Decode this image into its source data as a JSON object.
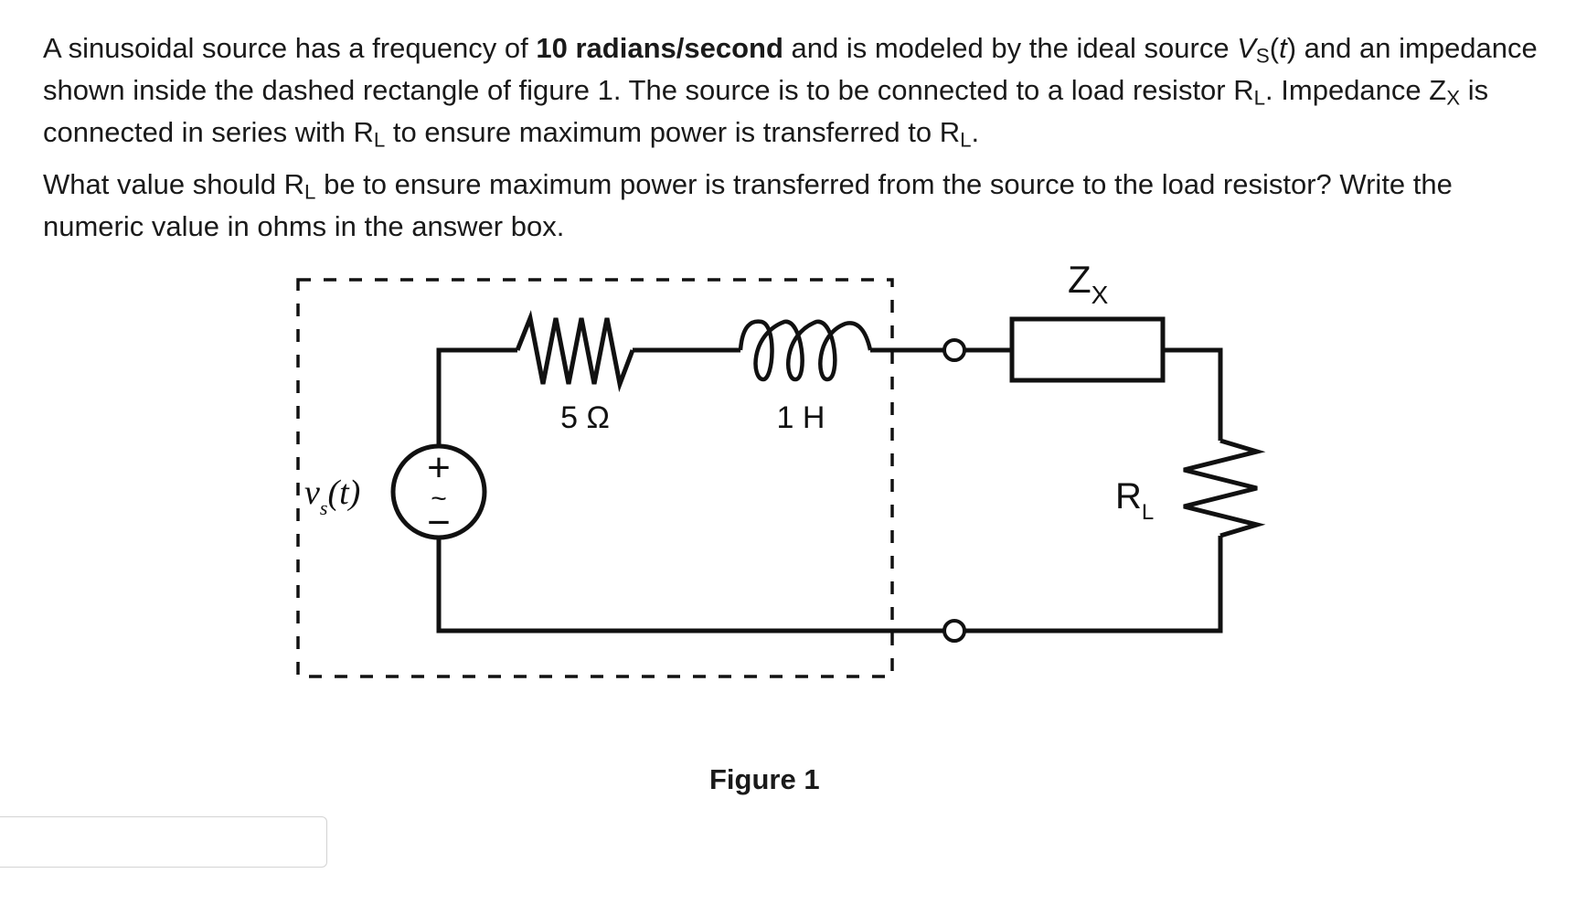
{
  "question": {
    "p1": {
      "a": "A sinusoidal source has a frequency of ",
      "freq": "10 radians/second",
      "b": " and is modeled by the ideal source ",
      "vs": "V",
      "vs_sub": "S",
      "c": "(",
      "t": "t",
      "d": ") and an impedance shown inside the dashed rectangle of figure 1.  The source is to be connected to a load resistor R",
      "rl_sub1": "L",
      "e": ". Impedance Z",
      "zx_sub": "X",
      "f": " is connected in series with R",
      "rl_sub2": "L",
      "g": " to ensure maximum power is transferred to R",
      "rl_sub3": "L",
      "h": "."
    },
    "p2": {
      "a": "What value should R",
      "rl_sub": "L",
      "b": " be to ensure maximum power is transferred from the source to the load resistor? Write the numeric value in ohms in the answer box."
    }
  },
  "figure": {
    "resistor_label": "5 Ω",
    "inductor_label": "1 H",
    "source_label": "v",
    "source_sub": "s",
    "source_arg": "(t)",
    "source_plus": "+",
    "source_tilde": "~",
    "source_minus": "−",
    "zx_label": "Z",
    "zx_sub": "X",
    "rl_label": "R",
    "rl_sub": "L",
    "caption": "Figure 1"
  },
  "answer": {
    "value": "",
    "placeholder": ""
  }
}
